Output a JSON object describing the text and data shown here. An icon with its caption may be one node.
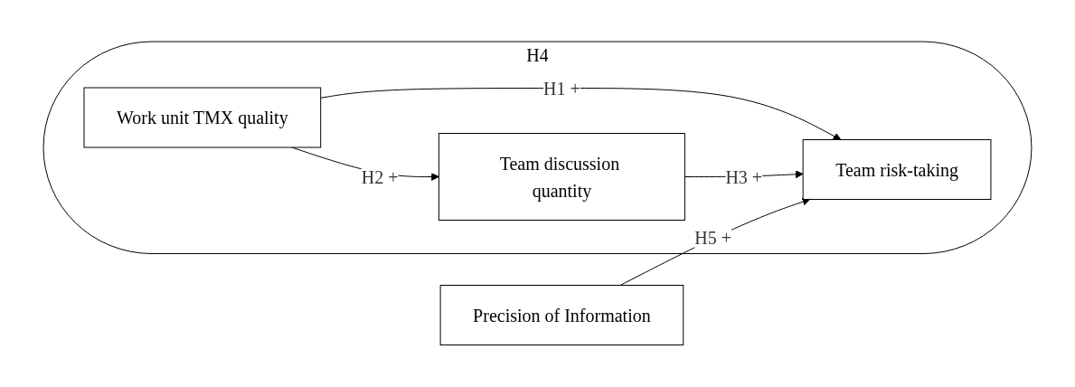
{
  "diagram": {
    "nodes": [
      {
        "text": [
          "H4"
        ]
      },
      {
        "text": [
          "Work unit TMX quality"
        ],
        "in": 0
      },
      {
        "text": [
          "Team discussion quantity"
        ],
        "in": 0
      },
      {
        "text": [
          "Team risk-taking"
        ],
        "in": 0
      },
      {
        "text": [
          "Precision of Information"
        ]
      }
    ],
    "edges": [
      {
        "from": 1,
        "to": 3,
        "arrow": "to",
        "label": "H1 +"
      },
      {
        "from": 1,
        "to": 2,
        "arrow": "to",
        "label": "H2 +"
      },
      {
        "from": 2,
        "to": 3,
        "arrow": "to",
        "label": "H3 +"
      },
      {
        "from": 4,
        "to": 3,
        "arrow": "to",
        "label": "H5 +"
      }
    ]
  }
}
